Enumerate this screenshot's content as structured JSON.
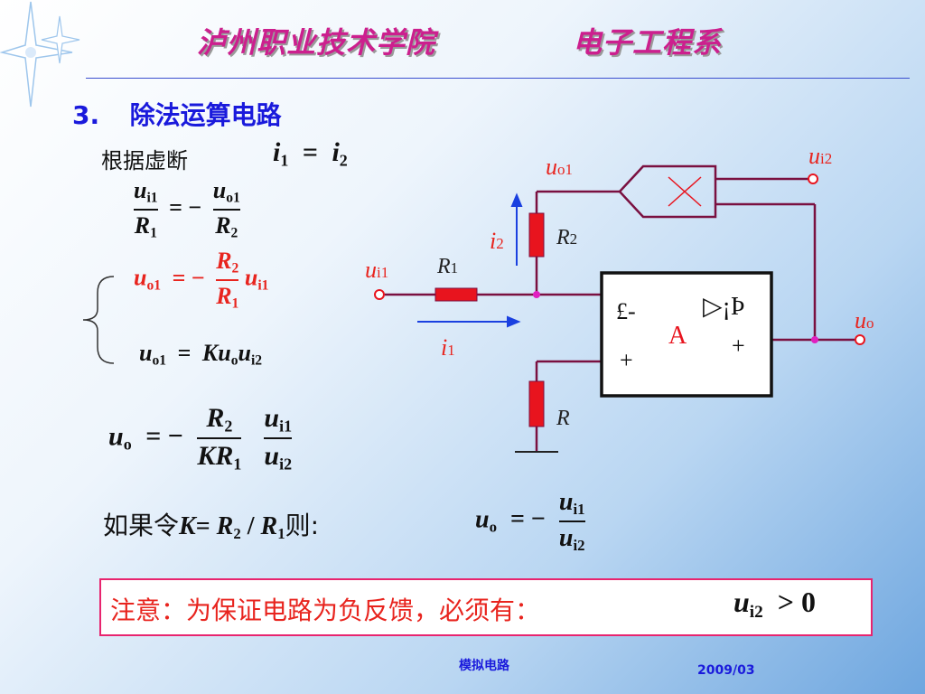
{
  "header": {
    "title_left": "泸州职业技术学院",
    "title_right": "电子工程系"
  },
  "section": {
    "number": "3.",
    "title": "除法运算电路"
  },
  "derivation": {
    "basis_label": "根据虚断",
    "eq1": {
      "lhs_var": "i",
      "lhs_sub": "1",
      "op": "=",
      "rhs_var": "i",
      "rhs_sub": "2"
    },
    "eq2": {
      "n1": "u",
      "n1_sub": "i1",
      "d1": "R",
      "d1_sub": "1",
      "op": "= −",
      "n2": "u",
      "n2_sub": "o1",
      "d2": "R",
      "d2_sub": "2"
    },
    "eq3": {
      "lhs": "u",
      "lhs_sub": "o1",
      "op": "= −",
      "num": "R",
      "num_sub": "2",
      "den": "R",
      "den_sub": "1",
      "rhs": "u",
      "rhs_sub": "i1"
    },
    "eq4": {
      "lhs": "u",
      "lhs_sub": "o1",
      "op": "=",
      "k": "K",
      "u1": "u",
      "u1_sub": "o",
      "u2": "u",
      "u2_sub": "i2"
    },
    "eq5": {
      "lhs": "u",
      "lhs_sub": "o",
      "op": "= −",
      "num1": "R",
      "num1_sub": "2",
      "den1": "KR",
      "den1_sub": "1",
      "num2": "u",
      "num2_sub": "i1",
      "den2": "u",
      "den2_sub": "i2"
    }
  },
  "condition": {
    "prefix": "如果令",
    "k_expr": "K",
    "eq": "=",
    "r2": "R",
    "r2_sub": "2",
    "slash": "/",
    "r1": "R",
    "r1_sub": "1",
    "suffix": "则:",
    "result": {
      "lhs": "u",
      "lhs_sub": "o",
      "op": "= −",
      "num": "u",
      "num_sub": "i1",
      "den": "u",
      "den_sub": "i2"
    }
  },
  "notice": {
    "text": "注意：为保证电路为负反馈，必须有：",
    "expr_var": "u",
    "expr_sub": "i2",
    "expr_rel": "> 0"
  },
  "circuit": {
    "labels": {
      "uo1": "u",
      "uo1_sub": "o1",
      "ui2": "u",
      "ui2_sub": "i2",
      "i2": "i",
      "i2_sub": "2",
      "R2": "R",
      "R2_sub": "2",
      "ui1": "u",
      "ui1_sub": "i1",
      "R1": "R",
      "R1_sub": "1",
      "i1": "i",
      "i1_sub": "1",
      "uo": "u",
      "uo_sub": "o",
      "R": "R",
      "opamp_minus": "£-",
      "opamp_plus_in": "+",
      "opamp_out_sym": "▷¡Þ",
      "opamp_plus_out": "+",
      "opamp_name": "A"
    },
    "colors": {
      "wire": "#7a1040",
      "resistor": "#e8141e",
      "arrow": "#1a40e0",
      "node": "#e020c0"
    }
  },
  "footer": {
    "course": "模拟电路",
    "date": "2009/03"
  }
}
